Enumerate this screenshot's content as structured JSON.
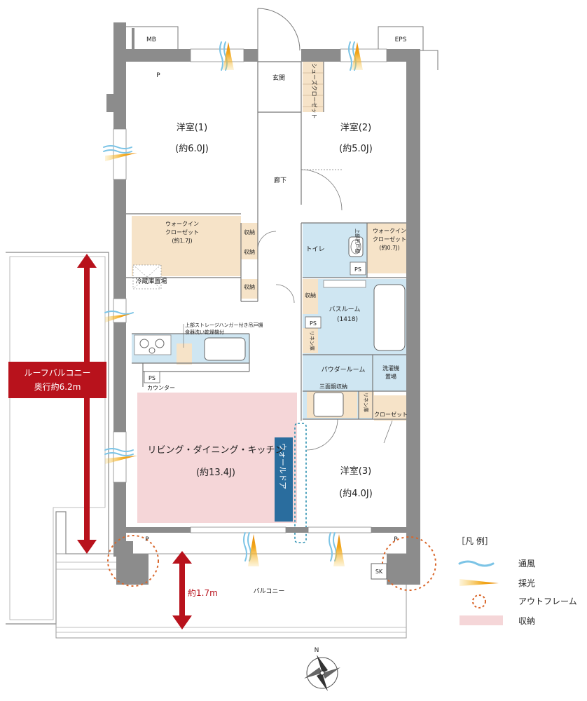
{
  "labels": {
    "mb": "MB",
    "eps": "EPS",
    "p1": "P",
    "p2": "P",
    "p3": "P",
    "genkan": "玄関",
    "shoe_closet": "シューズクローゼット",
    "room1_name": "洋室(1)",
    "room1_size": "(約6.0J)",
    "room2_name": "洋室(2)",
    "room2_size": "(約5.0J)",
    "room3_name": "洋室(3)",
    "room3_size": "(約4.0J)",
    "hallway": "廊下",
    "wic1_a": "ウォークイン",
    "wic1_b": "クローゼット",
    "wic1_c": "(約1.7J)",
    "wic2_a": "ウォークイン",
    "wic2_b": "クローゼット",
    "wic2_c": "(約0.7J)",
    "storage1": "収納",
    "storage2": "収納",
    "storage3": "収納",
    "storage4": "収納",
    "toilet": "トイレ",
    "upper_shelf": "上部吊戸棚",
    "ps1": "PS",
    "ps2": "PS",
    "ps3": "PS",
    "fridge": "冷蔵庫置場",
    "bath_a": "バスルーム",
    "bath_b": "(1418)",
    "linen1": "リネン庫",
    "linen2": "リネン庫",
    "powder": "パウダールーム",
    "washer_a": "洗濯機",
    "washer_b": "置場",
    "mirror": "三面鏡収納",
    "closet": "クローゼット",
    "kitchen_note_a": "上部ストレージハンガー付き吊戸棚",
    "kitchen_note_b": "食器洗い乾燥機付",
    "counter": "カウンター",
    "ldk_name": "リビング・ダイニング・キッチン",
    "ldk_size": "(約13.4J)",
    "wall_door": "ウォールドア",
    "roof_a": "ルーフバルコニー",
    "roof_b": "奥行約6.2m",
    "balcony": "バルコニー",
    "balcony_depth": "約1.7m",
    "sk": "SK",
    "compass_n": "N"
  },
  "legend": {
    "title": "［凡 例］",
    "wind": "通風",
    "light": "採光",
    "outframe": "アウトフレーム",
    "storage": "収納"
  },
  "colors": {
    "wall": "#8c8c8c",
    "wet_area": "#cfe6f2",
    "storage_fill": "#f6e3c8",
    "ldk_fill": "#f5d6d8",
    "arrow_red": "#b8121c",
    "wall_door": "#2a6d9e",
    "outframe": "#d9662a",
    "wind": "#7cc4e6",
    "light": "#f2a71b"
  }
}
